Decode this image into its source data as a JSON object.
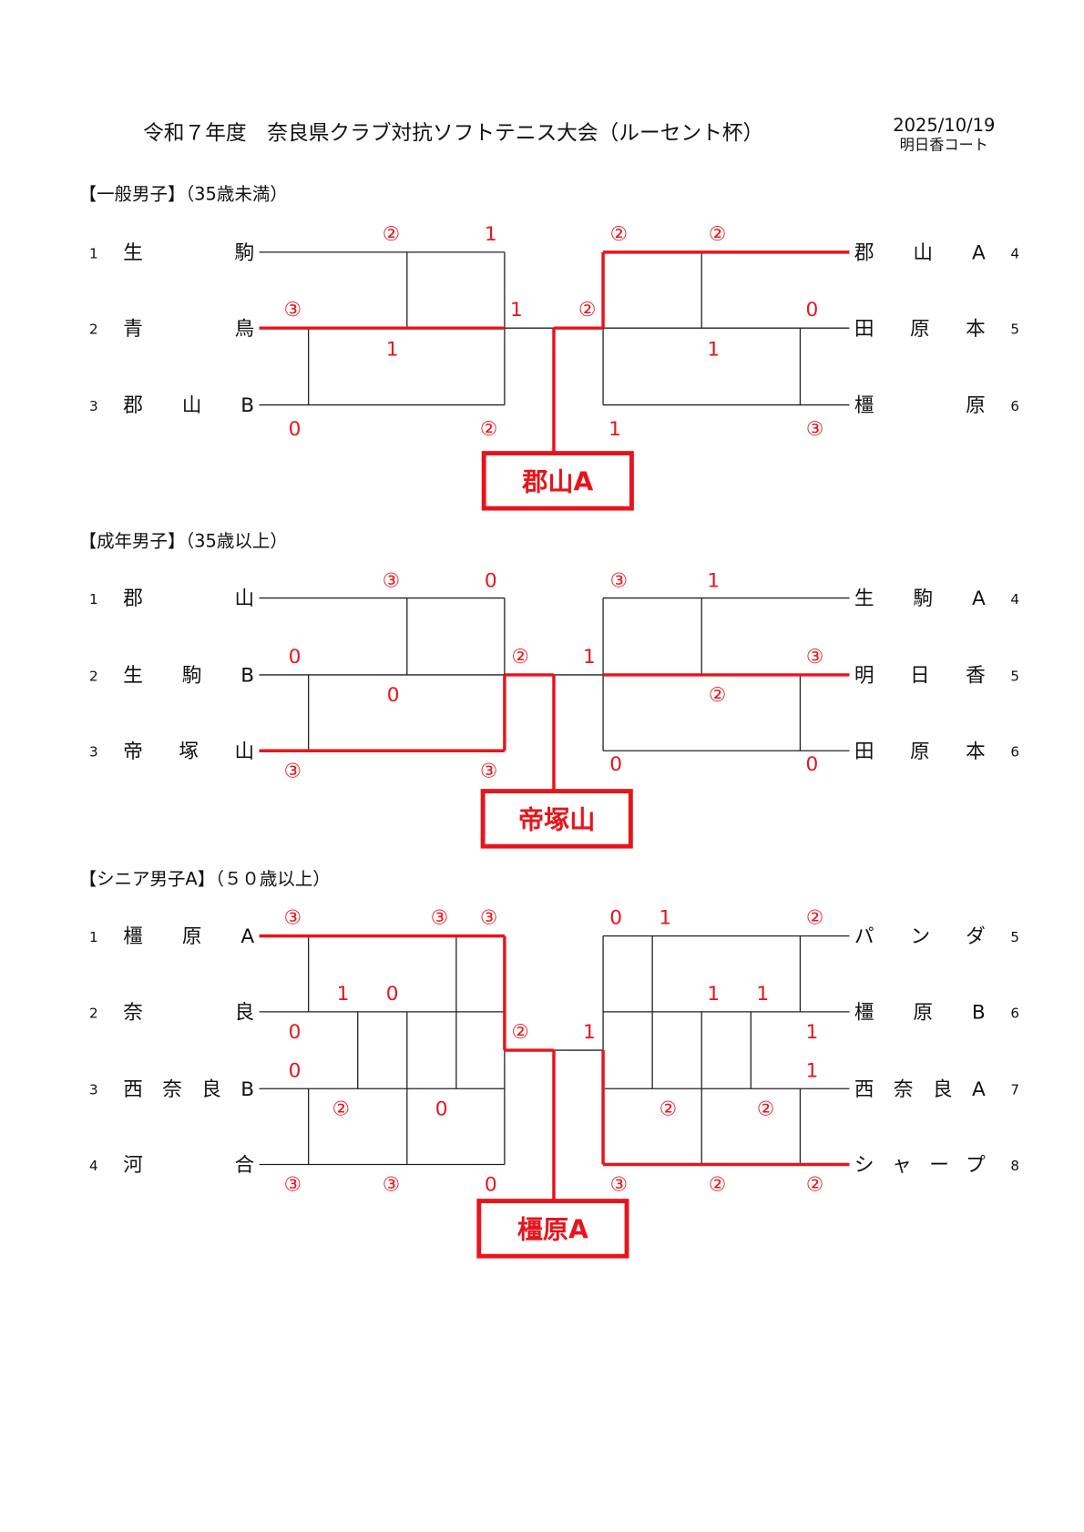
{
  "header": {
    "title": "令和７年度　奈良県クラブ対抗ソフトテニス大会（ルーセント杯）",
    "date": "2025/10/19",
    "venue": "明日香コート"
  },
  "colors": {
    "winner": "#e8141b",
    "line": "#222222"
  },
  "sections": [
    {
      "heading": "【一般男子】（35歳未満）",
      "left": [
        {
          "no": "1",
          "name": "生駒"
        },
        {
          "no": "2",
          "name": "青鳥"
        },
        {
          "no": "3",
          "name": "郡山B"
        }
      ],
      "right": [
        {
          "no": "4",
          "name": "郡山A"
        },
        {
          "no": "5",
          "name": "田原本"
        },
        {
          "no": "6",
          "name": "橿原"
        }
      ],
      "scores": [
        "②",
        "1",
        "②",
        "②",
        "③",
        "1",
        "②",
        "0",
        "1",
        "1",
        "0",
        "②",
        "1",
        "③"
      ],
      "winner": "郡山A"
    },
    {
      "heading": "【成年男子】（35歳以上）",
      "left": [
        {
          "no": "1",
          "name": "郡山"
        },
        {
          "no": "2",
          "name": "生駒B"
        },
        {
          "no": "3",
          "name": "帝塚山"
        }
      ],
      "right": [
        {
          "no": "4",
          "name": "生駒A"
        },
        {
          "no": "5",
          "name": "明日香"
        },
        {
          "no": "6",
          "name": "田原本"
        }
      ],
      "scores": [
        "③",
        "0",
        "③",
        "1",
        "0",
        "②",
        "1",
        "③",
        "0",
        "②",
        "③",
        "③",
        "0",
        "0"
      ],
      "winner": "帝塚山"
    },
    {
      "heading": "【シニア男子A】（５０歳以上）",
      "left": [
        {
          "no": "1",
          "name": "橿原A"
        },
        {
          "no": "2",
          "name": "奈良"
        },
        {
          "no": "3",
          "name": "西奈良B"
        },
        {
          "no": "4",
          "name": "河合"
        }
      ],
      "right": [
        {
          "no": "5",
          "name": "パンダ"
        },
        {
          "no": "6",
          "name": "橿原B"
        },
        {
          "no": "7",
          "name": "西奈良A"
        },
        {
          "no": "8",
          "name": "シャープ"
        }
      ],
      "scores": [
        "③",
        "③",
        "③",
        "0",
        "1",
        "②",
        "1",
        "0",
        "1",
        "1",
        "0",
        "②",
        "1",
        "1",
        "0",
        "1",
        "②",
        "0",
        "②",
        "②",
        "③",
        "③",
        "0",
        "③",
        "②",
        "②"
      ],
      "winner": "橿原A"
    }
  ]
}
